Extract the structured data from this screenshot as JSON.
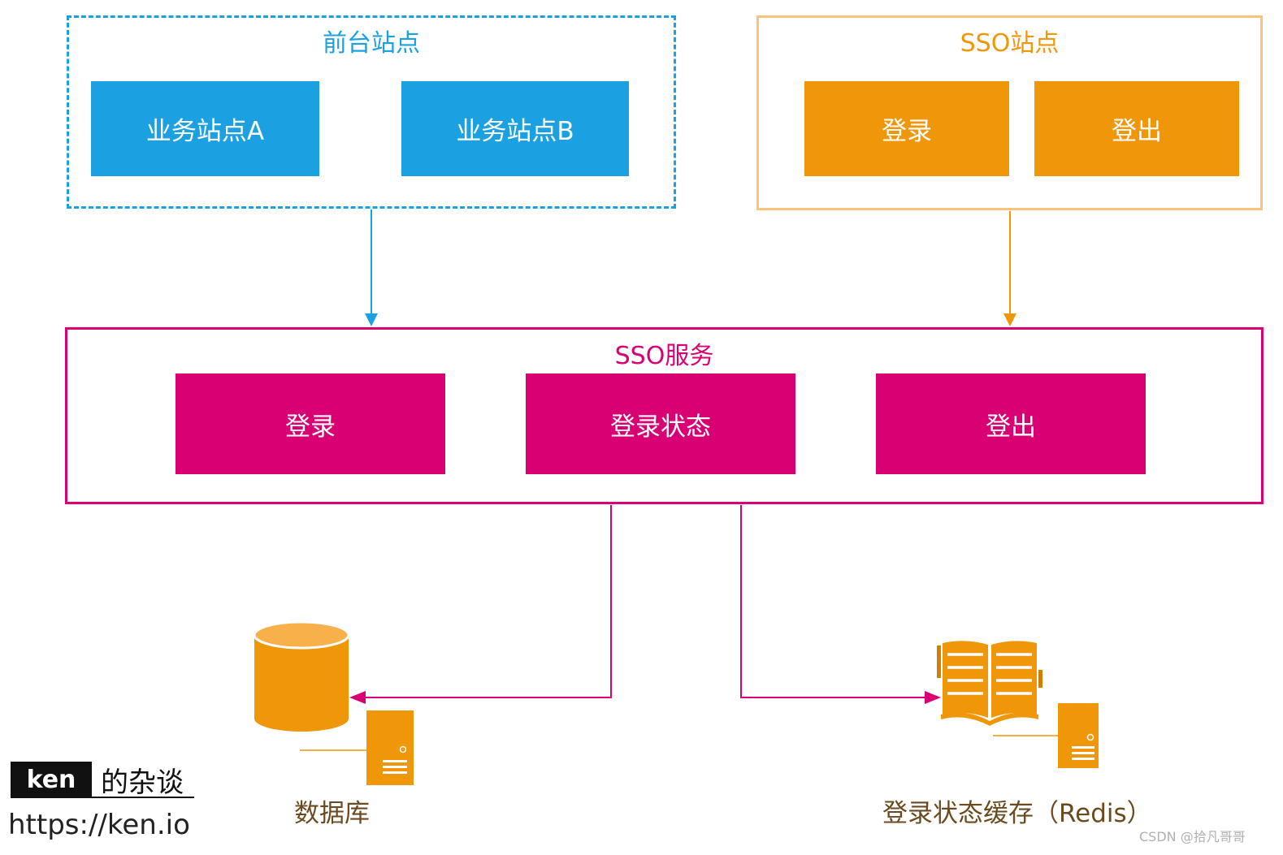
{
  "frontend": {
    "title": "前台站点",
    "site_a": "业务站点A",
    "site_b": "业务站点B"
  },
  "sso_site": {
    "title": "SSO站点",
    "login": "登录",
    "logout": "登出"
  },
  "sso_service": {
    "title": "SSO服务",
    "login": "登录",
    "login_state": "登录状态",
    "logout": "登出"
  },
  "storage": {
    "database": "数据库",
    "cache": "登录状态缓存（Redis）"
  },
  "branding": {
    "logo": "ken",
    "tagline": "的杂谈",
    "url": "https://ken.io"
  },
  "watermark": "CSDN @拾凡哥哥",
  "colors": {
    "blue": "#1ba1e2",
    "orange": "#f09609",
    "pink": "#d80073",
    "caption": "#6b4a1f"
  }
}
